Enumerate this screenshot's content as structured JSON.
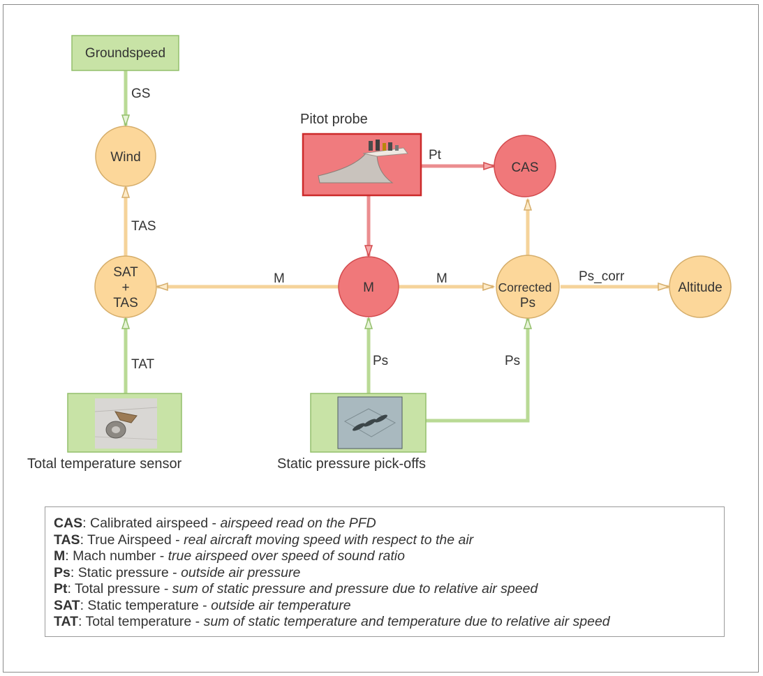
{
  "diagram": {
    "nodes": {
      "groundspeed": "Groundspeed",
      "wind": "Wind",
      "sat_tas_lines": [
        "SAT",
        "+",
        "TAS"
      ],
      "m": "M",
      "corrected_ps_lines": [
        "Corrected",
        "Ps"
      ],
      "altitude": "Altitude",
      "cas": "CAS"
    },
    "sensors": {
      "pitot_caption": "Pitot probe",
      "total_temp_caption": "Total temperature sensor",
      "static_caption": "Static pressure pick-offs"
    },
    "edges": {
      "gs": "GS",
      "tas": "TAS",
      "m_left": "M",
      "m_right": "M",
      "tat": "TAT",
      "ps_mid": "Ps",
      "ps_right": "Ps",
      "pt": "Pt",
      "ps_corr": "Ps_corr"
    },
    "colors": {
      "green_fill": "#c8e3a6",
      "green_stroke": "#93bf6b",
      "orange_fill": "#fcd79a",
      "orange_stroke": "#d5ad6a",
      "red_fill": "#f0787a",
      "red_stroke": "#d24a4d",
      "pitot_stroke": "#cc2a2a"
    }
  },
  "legend": [
    {
      "term": "CAS",
      "desc": ": Calibrated airspeed - ",
      "note": "airspeed read on the PFD"
    },
    {
      "term": "TAS",
      "desc": ": True Airspeed - ",
      "note": "real aircraft moving speed with respect to the air"
    },
    {
      "term": "M",
      "desc": ": Mach number - ",
      "note": "true airspeed over speed of sound ratio"
    },
    {
      "term": "Ps",
      "desc": ": Static pressure - ",
      "note": "outside air pressure"
    },
    {
      "term": "Pt",
      "desc": ": Total pressure - ",
      "note": "sum of static pressure and pressure due to relative air speed"
    },
    {
      "term": "SAT",
      "desc": ": Static temperature - ",
      "note": "outside air temperature"
    },
    {
      "term": "TAT",
      "desc": ": Total temperature - ",
      "note": "sum of static temperature and temperature due to relative air speed"
    }
  ]
}
